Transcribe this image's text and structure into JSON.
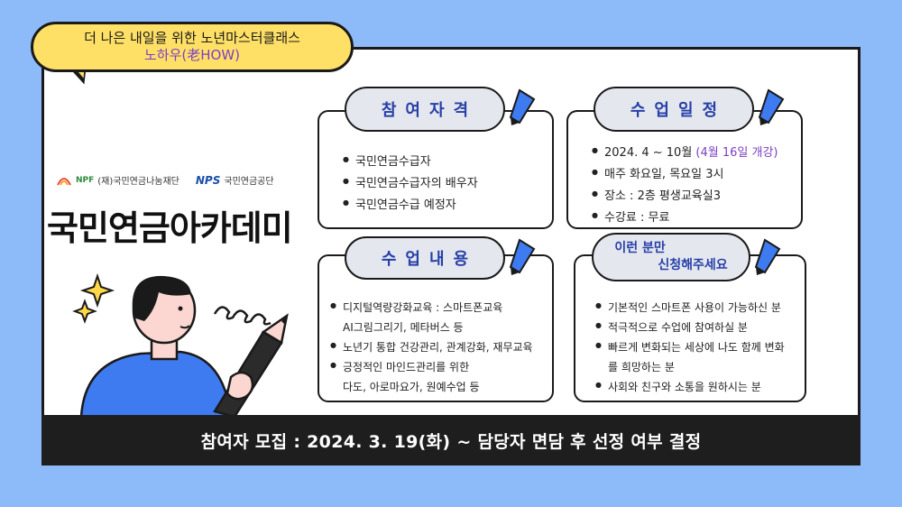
{
  "banner": {
    "line1": "더 나은 내일을 위한 노년마스터클래스",
    "line2": "노하우(老HOW)"
  },
  "logos": {
    "npf_mark": "NPF",
    "npf_name": "(재)국민연금나눔재단",
    "nps_mark": "NPS",
    "nps_name": "국민연금공단"
  },
  "title": "국민연금아카데미",
  "sections": {
    "eligibility": {
      "title": "참여자격",
      "items": [
        "국민연금수급자",
        "국민연금수급자의 배우자",
        "국민연금수급 예정자"
      ]
    },
    "schedule": {
      "title": "수업일정",
      "item1_main": "2024. 4 ~ 10월 ",
      "item1_highlight": "(4월 16일 개강)",
      "items": [
        "매주 화요일, 목요일 3시",
        "장소 : 2층 평생교육실3",
        "수강료 : 무료"
      ]
    },
    "content": {
      "title": "수업내용",
      "lines": [
        "디지털역량강화교육 : 스마트폰교육",
        "AI그림그리기, 메타버스 등",
        "노년기 통합 건강관리, 관계강화, 재무교육",
        "긍정적인 마인드관리를 위한",
        "다도, 아로마요가, 원예수업 등"
      ]
    },
    "target": {
      "title_line1": "이런 분만",
      "title_line2": "신청해주세요",
      "lines": [
        "기본적인 스마트폰 사용이 가능하신 분",
        "적극적으로 수업에 참여하실 분",
        "빠르게 변화되는 세상에 나도 함께 변화",
        "를 희망하는 분",
        "사회와 친구와 소통을 원하시는 분"
      ]
    }
  },
  "footer": "참여자 모집 : 2024. 3. 19(화) ~ 담당자 면담 후 선정 여부 결정",
  "colors": {
    "background": "#8dbaf8",
    "bubble": "#ffe066",
    "accent_purple": "#7b3fc4",
    "title_blue": "#2740a8",
    "pencil_blue": "#3f7bf0"
  },
  "icons": [
    "pencil-icon",
    "sparkle-icon",
    "npf-logo",
    "nps-logo"
  ]
}
